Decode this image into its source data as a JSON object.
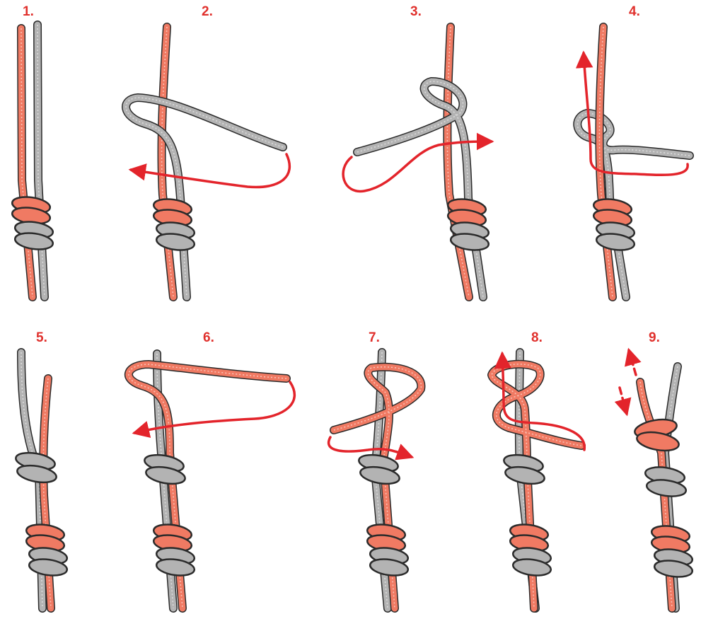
{
  "colors": {
    "rope_red": "#f07a63",
    "rope_gray": "#b3b3b3",
    "outline": "#2b2b2b",
    "arrow_red": "#e3242b",
    "label_red": "#e0302c"
  },
  "steps": [
    {
      "label": "1."
    },
    {
      "label": "2."
    },
    {
      "label": "3."
    },
    {
      "label": "4."
    },
    {
      "label": "5."
    },
    {
      "label": "6."
    },
    {
      "label": "7."
    },
    {
      "label": "8."
    },
    {
      "label": "9."
    }
  ]
}
